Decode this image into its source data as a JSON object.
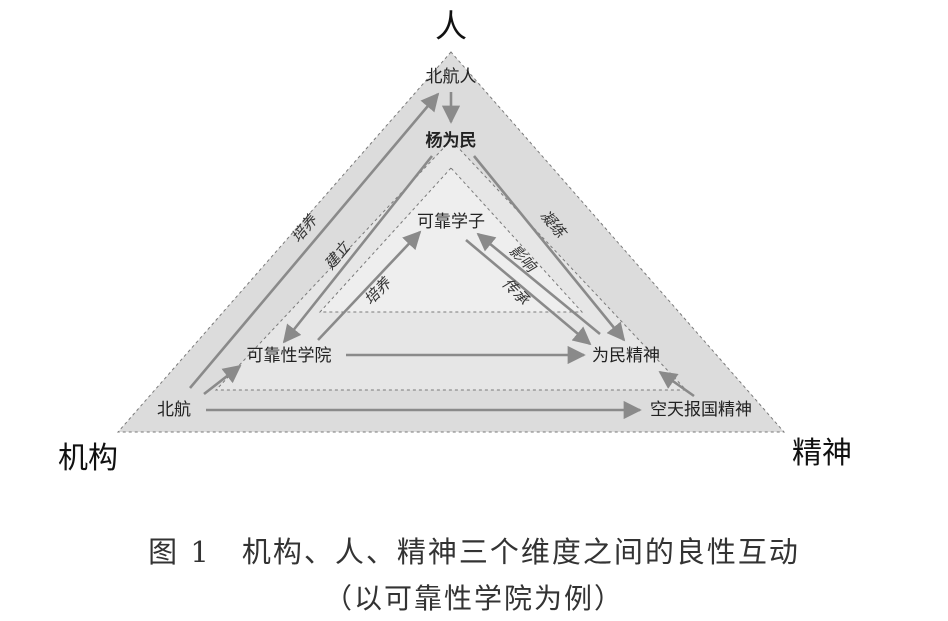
{
  "corners": {
    "top": "人",
    "left": "机构",
    "right": "精神"
  },
  "nodes": {
    "beihang_people": "北航人",
    "yang_weimin": "杨为民",
    "reliable_students": "可靠学子",
    "reliable_college": "可靠性学院",
    "serve_people_spirit": "为民精神",
    "beihang": "北航",
    "aerospace_spirit": "空天报国精神"
  },
  "relations": {
    "cultivate_outer": "培养",
    "establish": "建立",
    "temper": "凝练",
    "influence": "影响",
    "cultivate_inner": "培养",
    "inherit": "传承"
  },
  "caption": {
    "line1": "图 1　机构、人、精神三个维度之间的良性互动",
    "line2": "（以可靠性学院为例）"
  },
  "colors": {
    "outer_fill": "#dcdcdc",
    "middle_fill": "#e6e6e6",
    "inner_fill": "#eeeeee",
    "arrow": "#8a8a8a",
    "text": "#222222"
  }
}
